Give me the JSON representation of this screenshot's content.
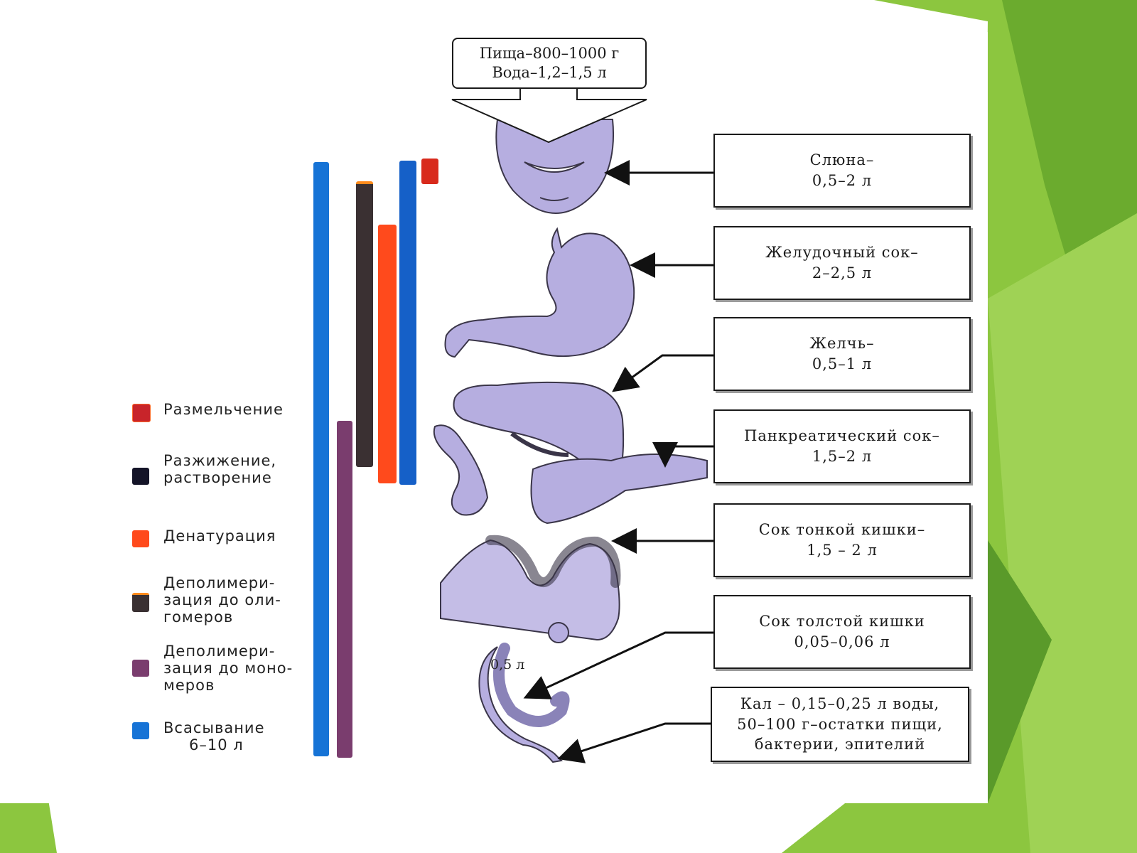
{
  "intake": {
    "lines": [
      "Пища–800–1000 г",
      "Вода–1,2–1,5 л"
    ]
  },
  "secretions": [
    {
      "lines": [
        "Слюна–",
        "0,5–2 л"
      ]
    },
    {
      "lines": [
        "Желудочный сок–",
        "2–2,5 л"
      ]
    },
    {
      "lines": [
        "Желчь–",
        "0,5–1 л"
      ]
    },
    {
      "lines": [
        "Панкреатический сок–",
        "1,5–2 л"
      ]
    },
    {
      "lines": [
        "Сок тонкой кишки–",
        "1,5 – 2 л"
      ]
    },
    {
      "lines": [
        "Сок толстой кишки",
        "0,05–0,06 л"
      ]
    },
    {
      "lines": [
        "Кал – 0,15–0,25 л воды,",
        "50–100 г–остатки пищи,",
        "бактерии, эпителий"
      ]
    }
  ],
  "colon_note": "0,5 л",
  "legend": [
    {
      "lines": [
        "Размельчение"
      ],
      "color": "#c8242a"
    },
    {
      "lines": [
        "Разжижение,",
        "растворение"
      ],
      "color": "#141428"
    },
    {
      "lines": [
        "Денатурация"
      ],
      "color": "#ff4a1c"
    },
    {
      "lines": [
        "Деполимери-",
        "зация до оли-",
        "гомеров"
      ],
      "color": "#3a3032"
    },
    {
      "lines": [
        "Деполимери-",
        "зация до моно-",
        "меров"
      ],
      "color": "#7a3d6e"
    },
    {
      "lines": [
        "Всасывание",
        "6–10 л"
      ],
      "color": "#1673d6"
    }
  ],
  "colors": {
    "organ_fill": "#b6aee0",
    "organ_stroke": "#3a3548",
    "green_accent": "#8cc63f",
    "green_dark": "#5a9a2a"
  }
}
